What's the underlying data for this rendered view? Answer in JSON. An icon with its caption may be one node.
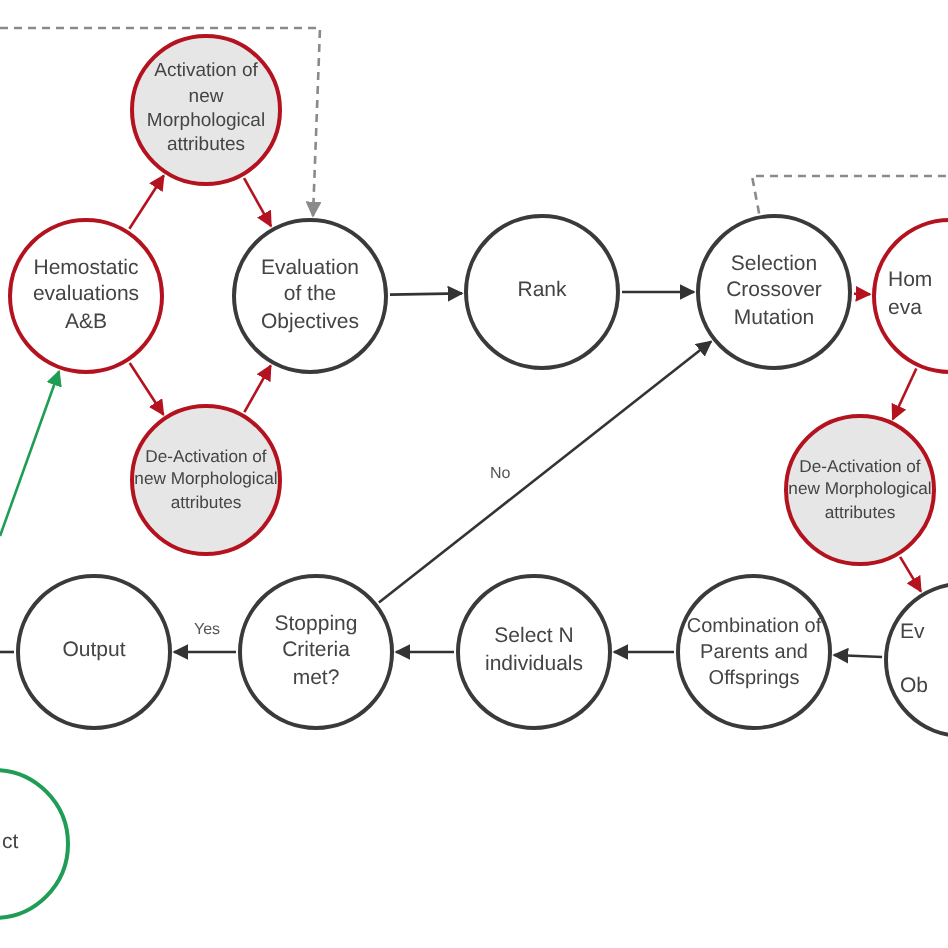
{
  "diagram": {
    "nodes": [
      {
        "text": [
          "Hemostatic evaluations A&B"
        ]
      },
      {
        "text": [
          "Activation of new Morphological attributes"
        ]
      },
      {
        "text": [
          "Evaluation of the Objectives"
        ]
      },
      {
        "text": [
          "De-Activation of new Morphological attributes"
        ]
      },
      {
        "text": [
          "Rank"
        ]
      },
      {
        "text": [
          "Selection Crossover Mutation"
        ]
      },
      {
        "text": [
          "Hom eva"
        ]
      },
      {
        "text": [
          "De-Activation of new Morphological attributes"
        ]
      },
      {
        "text": [
          "Ev Ob"
        ]
      },
      {
        "text": [
          "Combination of Parents and Offsprings"
        ]
      },
      {
        "text": [
          "Select N individuals"
        ]
      },
      {
        "text": [
          "Stopping Criteria met?"
        ]
      },
      {
        "text": [
          "Output"
        ]
      },
      {
        "text": [
          "ct"
        ]
      }
    ],
    "edges": [
      {
        "from": 0,
        "to": 1,
        "arrow": "to",
        "color": "#b3121e"
      },
      {
        "from": 1,
        "to": 2,
        "arrow": "to",
        "color": "#b3121e"
      },
      {
        "from": 0,
        "to": 3,
        "arrow": "to",
        "color": "#b3121e"
      },
      {
        "from": 3,
        "to": 2,
        "arrow": "to",
        "color": "#b3121e"
      },
      {
        "from": 2,
        "to": 4,
        "arrow": "to"
      },
      {
        "from": 4,
        "to": 5,
        "arrow": "to"
      },
      {
        "from": 5,
        "to": 6,
        "arrow": "to",
        "color": "#b3121e"
      },
      {
        "from": 6,
        "to": 7,
        "arrow": "to",
        "color": "#b3121e"
      },
      {
        "from": 7,
        "to": 8,
        "arrow": "to",
        "color": "#b3121e"
      },
      {
        "from": 8,
        "to": 9,
        "arrow": "to"
      },
      {
        "from": 9,
        "to": 10,
        "arrow": "to"
      },
      {
        "from": 10,
        "to": 11,
        "arrow": "to"
      },
      {
        "from": 11,
        "to": 12,
        "arrow": "to",
        "label": "Yes"
      },
      {
        "from": 11,
        "to": 5,
        "arrow": "to",
        "label": "No"
      },
      {
        "from": 12,
        "to": null,
        "arrow": "none"
      },
      {
        "from": null,
        "to": 0,
        "arrow": "to",
        "color": "#1f9d55"
      },
      {
        "from": null,
        "to": 2,
        "arrow": "to",
        "style": "dashed",
        "color": "#8a8a8a"
      },
      {
        "from": 5,
        "to": null,
        "arrow": "none",
        "style": "dashed",
        "color": "#8a8a8a"
      }
    ]
  }
}
